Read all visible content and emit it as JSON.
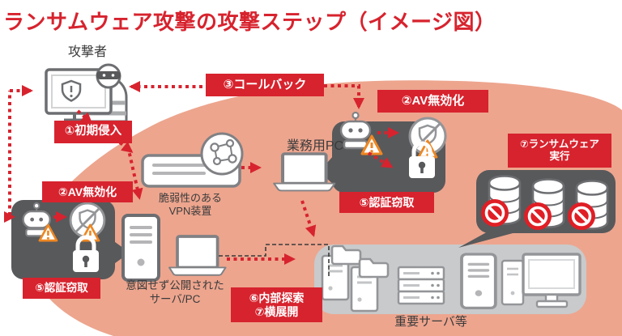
{
  "title": "ランサムウェア攻撃の攻撃ステップ（イメージ図）",
  "nodes": {
    "attacker": "攻撃者",
    "vpn": {
      "line1": "脆弱性のある",
      "line2": "VPN装置"
    },
    "business_pc": "業務用PC",
    "exposed": {
      "line1": "意図せず公開された",
      "line2": "サーバ/PC"
    },
    "important_servers": "重要サーバ等"
  },
  "steps": {
    "s1": "①初期侵入",
    "s2": "②AV無効化",
    "s3": "③コールバック",
    "s5": "⑤認証窃取",
    "s6": "⑥内部探索",
    "s7_lateral": "⑦横展開",
    "s7_ransom_line1": "⑦ランサムウェア",
    "s7_ransom_line2": "実行"
  },
  "colors": {
    "accent_red": "#D7232E",
    "background_blob": "#EDA58E",
    "dark_box": "#58595B",
    "light_box": "#C9CACB",
    "warning_orange": "#EE8722",
    "icon_outline": "#808184"
  },
  "icons": [
    "attacker-icon",
    "vpn-device-icon",
    "globe-icon",
    "laptop-icon",
    "robot-icon",
    "warning-icon",
    "disabled-av-shield-icon",
    "lock-icon",
    "server-tower-icon",
    "rack-server-icon",
    "folder-icon",
    "document-icon",
    "desktop-pc-icon",
    "database-icon",
    "prohibition-icon",
    "dotted-arrow",
    "dashed-connector"
  ]
}
